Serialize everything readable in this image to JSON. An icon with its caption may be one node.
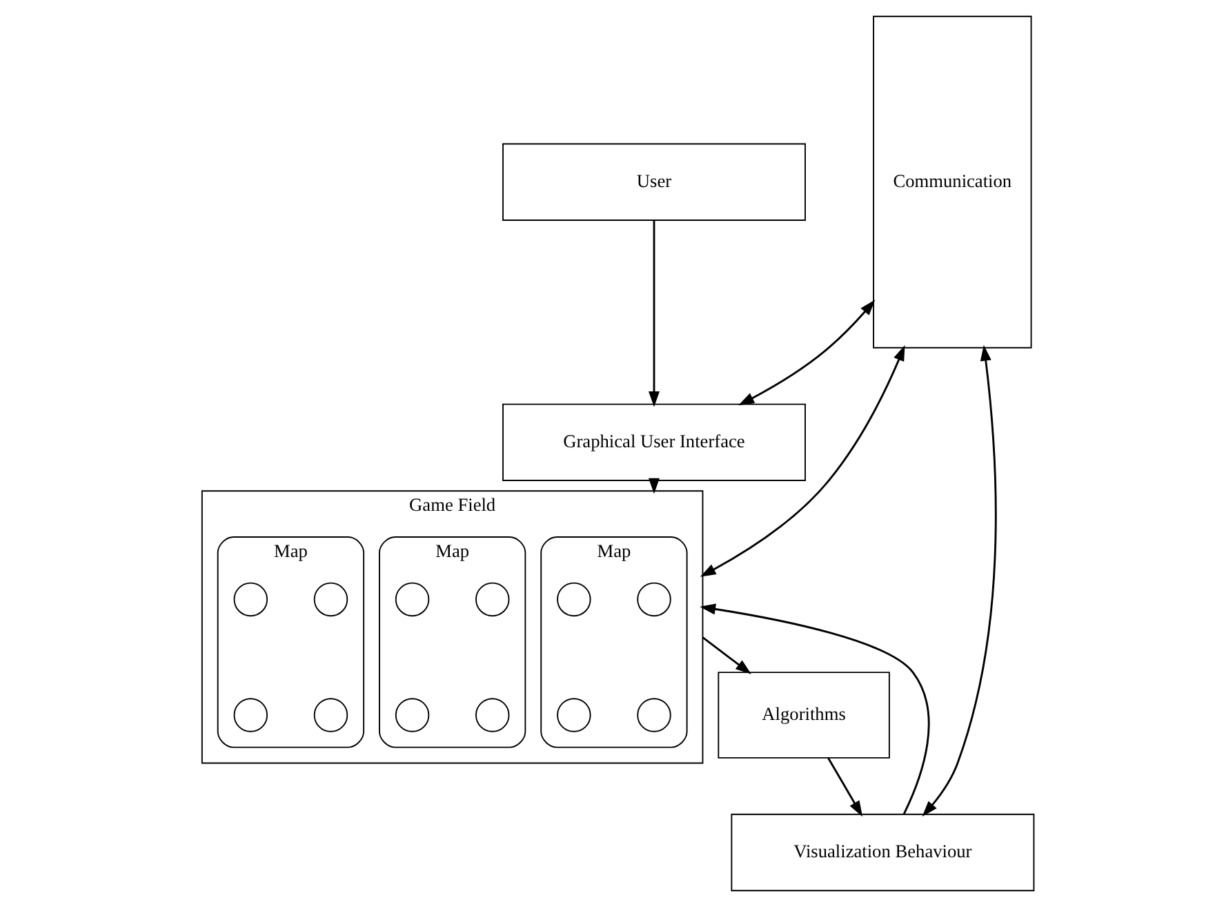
{
  "diagram": {
    "nodes": [
      {
        "text": [
          "User"
        ]
      },
      {
        "text": [
          "Communication"
        ]
      },
      {
        "text": [
          "Graphical User Interface"
        ]
      },
      {
        "text": [
          "Game Field"
        ]
      },
      {
        "text": [
          "Map"
        ],
        "in": 3
      },
      {
        "text": [],
        "shape": "circle",
        "in": 4
      },
      {
        "text": [],
        "shape": "circle",
        "in": 4
      },
      {
        "text": [],
        "shape": "circle",
        "in": 4
      },
      {
        "text": [],
        "shape": "circle",
        "in": 4
      },
      {
        "text": [
          "Map"
        ],
        "in": 3
      },
      {
        "text": [],
        "shape": "circle",
        "in": 9
      },
      {
        "text": [],
        "shape": "circle",
        "in": 9
      },
      {
        "text": [],
        "shape": "circle",
        "in": 9
      },
      {
        "text": [],
        "shape": "circle",
        "in": 9
      },
      {
        "text": [
          "Map"
        ],
        "in": 3
      },
      {
        "text": [],
        "shape": "circle",
        "in": 14
      },
      {
        "text": [],
        "shape": "circle",
        "in": 14
      },
      {
        "text": [],
        "shape": "circle",
        "in": 14
      },
      {
        "text": [],
        "shape": "circle",
        "in": 14
      },
      {
        "text": [
          "Algorithms"
        ]
      },
      {
        "text": [
          "Visualization Behaviour"
        ]
      }
    ],
    "edges": [
      {
        "from": 0,
        "to": 2,
        "arrow": "to"
      },
      {
        "from": 1,
        "to": 2,
        "arrow": "both"
      },
      {
        "from": 2,
        "to": 3,
        "arrow": "to"
      },
      {
        "from": 1,
        "to": 3,
        "arrow": "both"
      },
      {
        "from": 3,
        "to": 19,
        "arrow": "to"
      },
      {
        "from": 20,
        "to": 3,
        "arrow": "to"
      },
      {
        "from": 1,
        "to": 20,
        "arrow": "both"
      },
      {
        "from": 19,
        "to": 20,
        "arrow": "to"
      }
    ]
  }
}
